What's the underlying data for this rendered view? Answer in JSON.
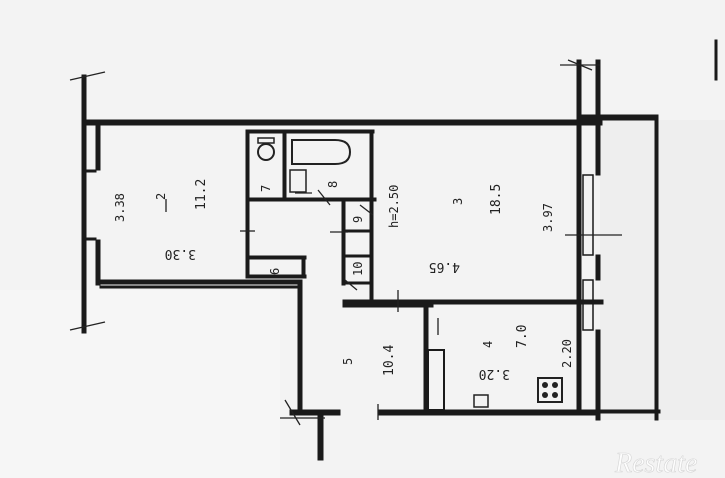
{
  "rooms": [
    {
      "id": "2",
      "number": "2",
      "area": "11.2",
      "width": "3.38",
      "length": "3.30"
    },
    {
      "id": "3",
      "number": "3",
      "area": "18.5",
      "width": "3.97",
      "length": "4.65",
      "height": "h=2.50"
    },
    {
      "id": "4",
      "number": "4",
      "area": "7.0",
      "width": "2.20",
      "length": "3.20"
    },
    {
      "id": "5",
      "number": "5",
      "area": "10.4"
    }
  ],
  "small_rooms": [
    "6",
    "7",
    "8",
    "9",
    "10"
  ],
  "watermark": "Restate",
  "colors": {
    "wall": "#1a1a1a",
    "paper": "#f4f4f4",
    "inner": "#fafafa",
    "line": "#333333"
  }
}
